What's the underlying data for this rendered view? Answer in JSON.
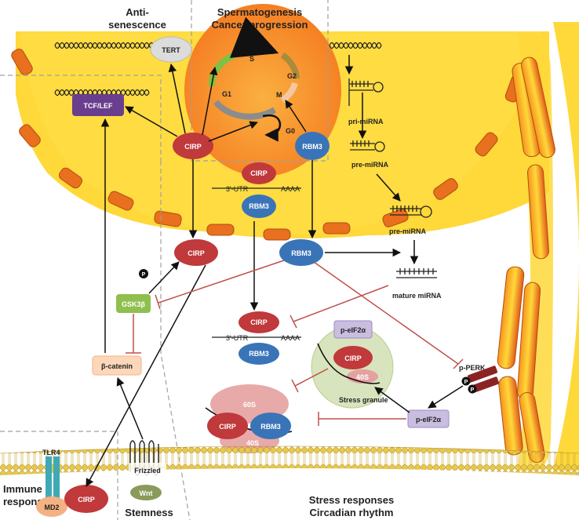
{
  "colors": {
    "cirp": "#c0393b",
    "rbm3": "#3a74b8",
    "nucleus": "#f79220",
    "cytoplasm": "#ffd83a",
    "tcf": "#6a3e8e",
    "gsk": "#8fbf4f",
    "bcatenin": "#fdd7b9",
    "inhibit": "#c0504d",
    "membrane": "#e8c84a",
    "tlr4": "#3fa9b5",
    "wnt": "#8a9a5b",
    "md2": "#f4b183",
    "granule": "#d7e4bd",
    "ribosome": "#e6a0a0",
    "perk": "#8b2323"
  },
  "headings": {
    "anti_1": "Anti-",
    "anti_2": "senescence",
    "sperm_1": "Spermatogenesis",
    "sperm_2": "Cancer progression",
    "immune_1": "Immune",
    "immune_2": "response",
    "stemness": "Stemness",
    "stress_1": "Stress responses",
    "stress_2": "Circadian rhythm"
  },
  "nodes": {
    "tert": "TERT",
    "tcf": "TCF/LEF",
    "gsk": "GSK3β",
    "bcatenin": "β-catenin",
    "tlr4": "TLR4",
    "md2": "MD2",
    "frizzled": "Frizzled",
    "wnt": "Wnt",
    "p_perk": "p-PERK",
    "p_eif2a_granule": "p-eIF2α",
    "p_eif2a": "p-eIF2α",
    "phospho": "P"
  },
  "proteins": {
    "cirp": "CIRP",
    "rbm3": "RBM3"
  },
  "cell_cycle": {
    "s": "S",
    "g1": "G1",
    "g2": "G2",
    "m": "M",
    "g0": "G0"
  },
  "mrna": {
    "utr": "3'-UTR",
    "polya": "AAAA"
  },
  "mirna": {
    "pri": "pri-miRNA",
    "pre_nuc": "pre-miRNA",
    "pre_cyto": "pre-miRNA",
    "mature": "mature miRNA"
  },
  "ribosome": {
    "s40": "40S",
    "s60": "60S",
    "s40_bottom": "40S"
  },
  "granule": {
    "label": "Stress granule"
  }
}
